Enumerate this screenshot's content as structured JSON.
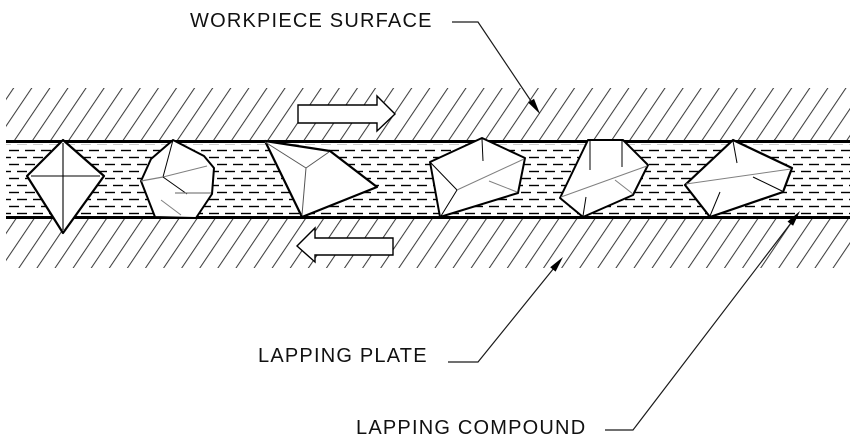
{
  "diagram": {
    "labels": {
      "workpiece_surface": "WORKPIECE SURFACE",
      "lapping_plate": "LAPPING PLATE",
      "lapping_compound": "LAPPING COMPOUND"
    },
    "colors": {
      "background": "#ffffff",
      "line": "#000000",
      "hatch": "#3f3f3f",
      "facet_gray": "#808080"
    },
    "icons": {
      "motion_arrow_right": "block-arrow-right",
      "motion_arrow_left": "block-arrow-left",
      "leader_arrowhead": "filled-triangle"
    },
    "particles": {
      "count": 6
    },
    "motion_arrows": [
      "right",
      "left"
    ]
  }
}
